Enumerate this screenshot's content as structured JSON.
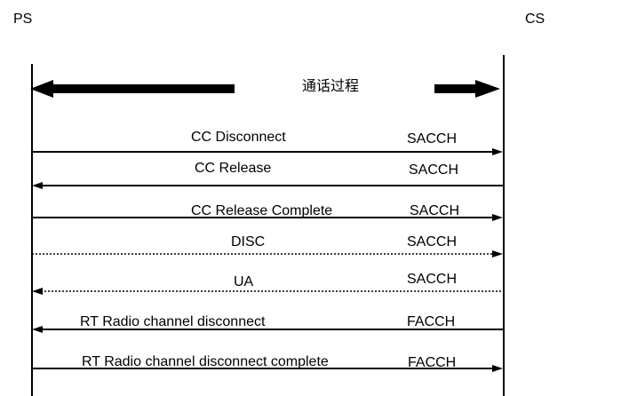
{
  "entities": {
    "left": "PS",
    "right": "CS"
  },
  "phase": {
    "label": "通话过程"
  },
  "messages": [
    {
      "label": "CC Disconnect",
      "channel": "SACCH",
      "direction": "right",
      "style": "solid"
    },
    {
      "label": "CC Release",
      "channel": "SACCH",
      "direction": "left",
      "style": "solid"
    },
    {
      "label": "CC Release Complete",
      "channel": "SACCH",
      "direction": "right",
      "style": "solid"
    },
    {
      "label": "DISC",
      "channel": "SACCH",
      "direction": "right",
      "style": "dotted"
    },
    {
      "label": "UA",
      "channel": "SACCH",
      "direction": "left",
      "style": "dotted"
    },
    {
      "label": "RT Radio channel disconnect",
      "channel": "FACCH",
      "direction": "left",
      "style": "solid"
    },
    {
      "label": "RT Radio channel disconnect complete",
      "channel": "FACCH",
      "direction": "right",
      "style": "solid"
    }
  ]
}
